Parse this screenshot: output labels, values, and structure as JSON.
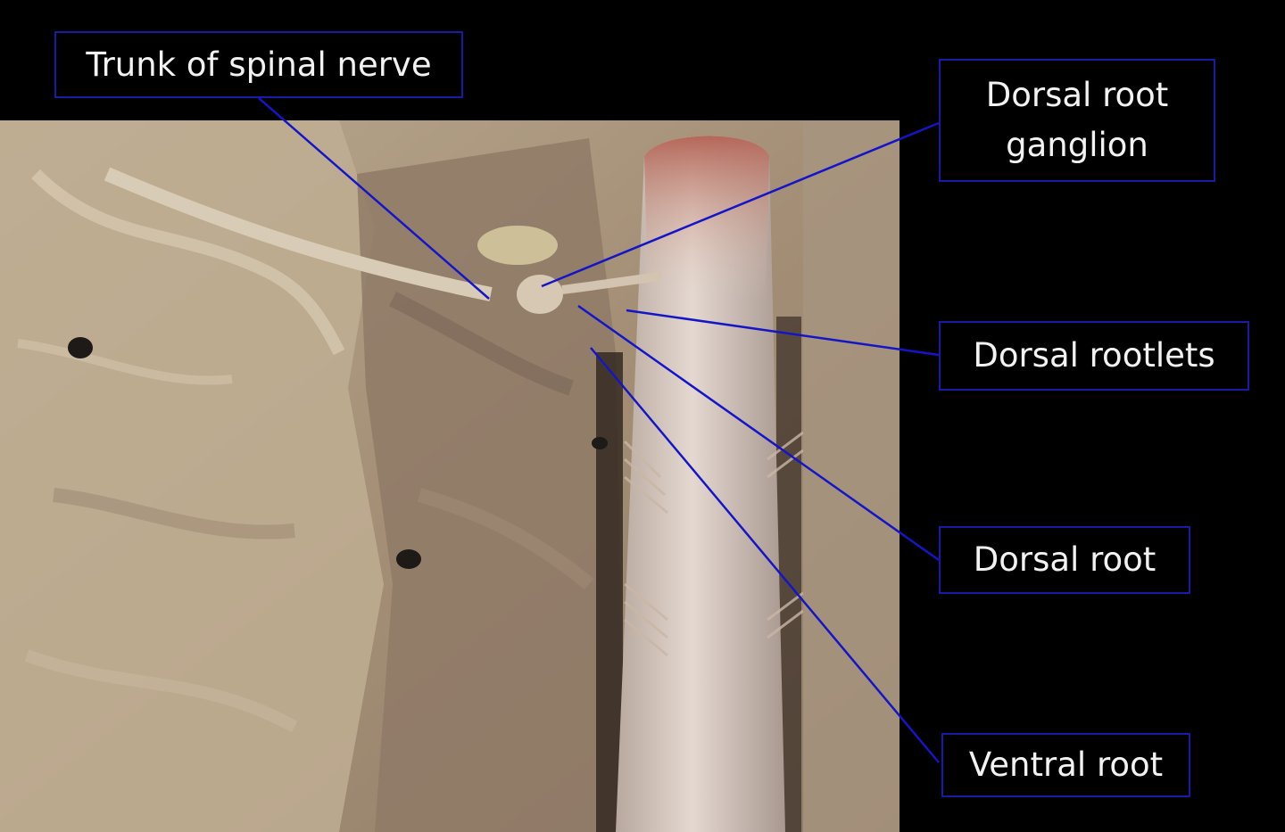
{
  "colors": {
    "background": "#000000",
    "label_border": "#1a1aa8",
    "leader_line": "#1515c8",
    "label_text": "#f2f2f2"
  },
  "labels": {
    "trunk": "Trunk of spinal nerve",
    "drg_line1": "Dorsal root",
    "drg_line2": "ganglion",
    "rootlets": "Dorsal rootlets",
    "dorsal_root": "Dorsal root",
    "ventral_root": "Ventral root"
  }
}
